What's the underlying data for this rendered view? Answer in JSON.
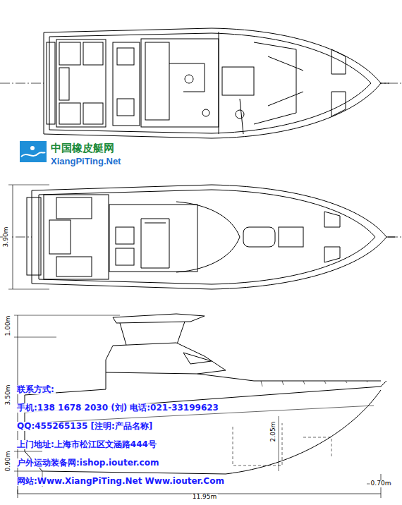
{
  "diagram": {
    "labels": [
      "中国橡皮艇网",
      "XiangPiTing.Net",
      "3.90m",
      "1.00m",
      "3.50m",
      "0.90m",
      "2.05m",
      "0.70m",
      "11.95m",
      "联系方式:",
      "手机:138 1678 2030 (刘) 电话:021-33199623",
      "QQ:455265135 [注明:产品名称]",
      "上门地址:上海市松江区文涵路444号",
      "户外运动装备网:ishop.iouter.com",
      "网站:Www.XiangPiTing.Net Www.iouter.Com"
    ]
  }
}
